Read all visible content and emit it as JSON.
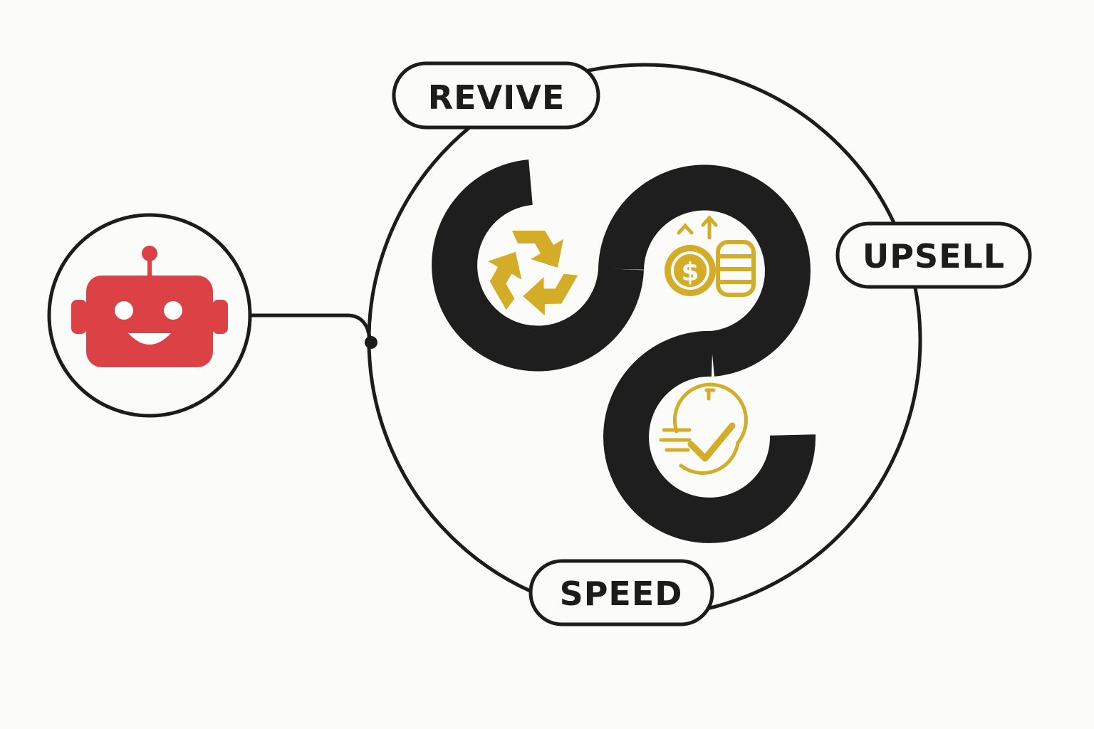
{
  "labels": {
    "revive": "REVIVE",
    "upsell": "UPSELL",
    "speed": "SPEED"
  },
  "icons": {
    "bot": "robot-icon",
    "revive": "recycle-icon",
    "upsell": "dollar-coins-icon",
    "speed": "stopwatch-check-icon"
  },
  "colors": {
    "line": "#1c1c1c",
    "band": "#1e1e1e",
    "gold": "#d3ad28",
    "bot_red": "#dc4145",
    "background": "#fbfbf9"
  }
}
